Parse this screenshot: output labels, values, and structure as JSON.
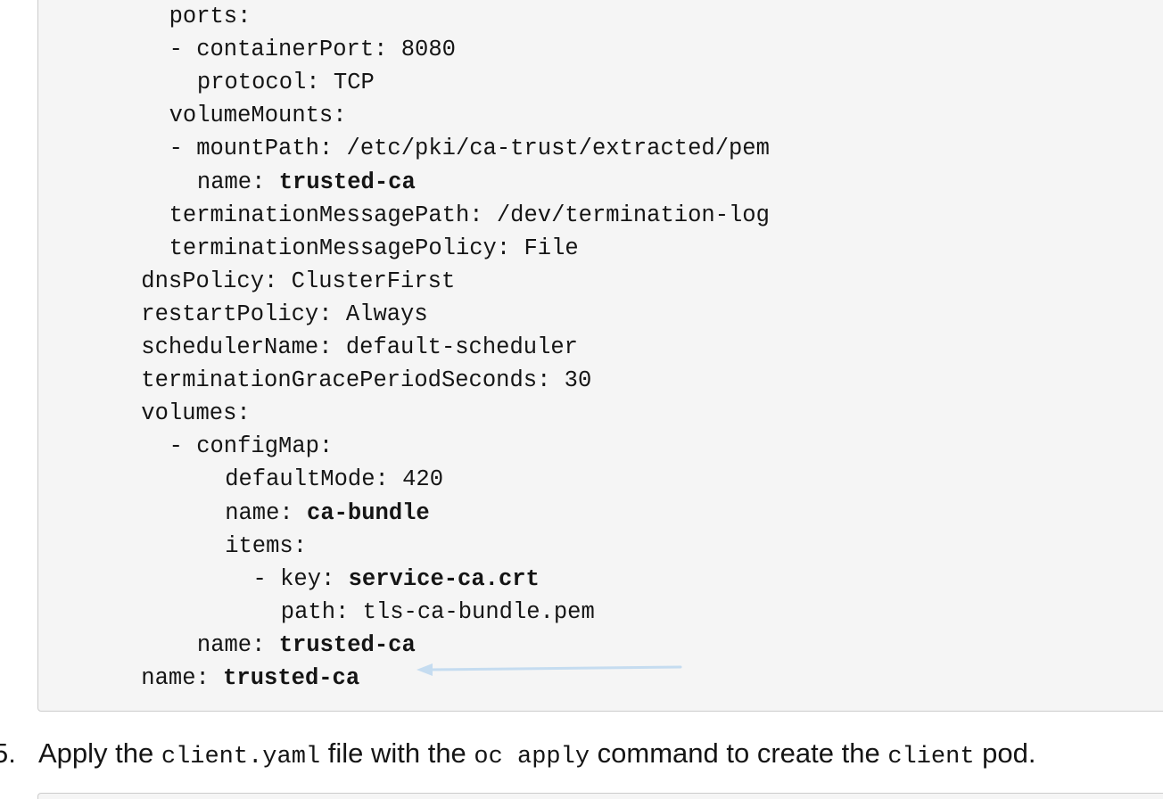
{
  "code": {
    "lines": [
      {
        "plain": "ports:",
        "bold": "",
        "indent": 4
      },
      {
        "plain": "- containerPort: 8080",
        "bold": "",
        "indent": 4
      },
      {
        "plain": "protocol: TCP",
        "bold": "",
        "indent": 6
      },
      {
        "plain": "volumeMounts:",
        "bold": "",
        "indent": 4
      },
      {
        "plain": "- mountPath: /etc/pki/ca-trust/extracted/pem",
        "bold": "",
        "indent": 4
      },
      {
        "plain": "name: ",
        "bold": "trusted-ca",
        "indent": 6
      },
      {
        "plain": "terminationMessagePath: /dev/termination-log",
        "bold": "",
        "indent": 4
      },
      {
        "plain": "terminationMessagePolicy: File",
        "bold": "",
        "indent": 4
      },
      {
        "plain": "dnsPolicy: ClusterFirst",
        "bold": "",
        "indent": 2
      },
      {
        "plain": "restartPolicy: Always",
        "bold": "",
        "indent": 2
      },
      {
        "plain": "schedulerName: default-scheduler",
        "bold": "",
        "indent": 2
      },
      {
        "plain": "terminationGracePeriodSeconds: 30",
        "bold": "",
        "indent": 2
      },
      {
        "plain": "volumes:",
        "bold": "",
        "indent": 2
      },
      {
        "plain": "- configMap:",
        "bold": "",
        "indent": 4
      },
      {
        "plain": "defaultMode: 420",
        "bold": "",
        "indent": 8
      },
      {
        "plain": "name: ",
        "bold": "ca-bundle",
        "indent": 8
      },
      {
        "plain": "items:",
        "bold": "",
        "indent": 8
      },
      {
        "plain": "- key: ",
        "bold": "service-ca.crt",
        "indent": 10
      },
      {
        "plain": "path: tls-ca-bundle.pem",
        "bold": "",
        "indent": 12
      },
      {
        "plain": "name: ",
        "bold": "trusted-ca",
        "indent": 6
      },
      {
        "plain": "name: ",
        "bold": "trusted-ca",
        "indent": 2
      }
    ]
  },
  "step": {
    "number": "5.",
    "t1": "Apply the ",
    "c1": "client.yaml",
    "t2": " file with the ",
    "c2": "oc apply",
    "t3": " command to create the ",
    "c3": "client",
    "t4": " pod."
  },
  "colors": {
    "code_bg": "#f5f5f5",
    "border": "#cccccc",
    "text": "#151515",
    "arrow": "#c5dcf0"
  }
}
